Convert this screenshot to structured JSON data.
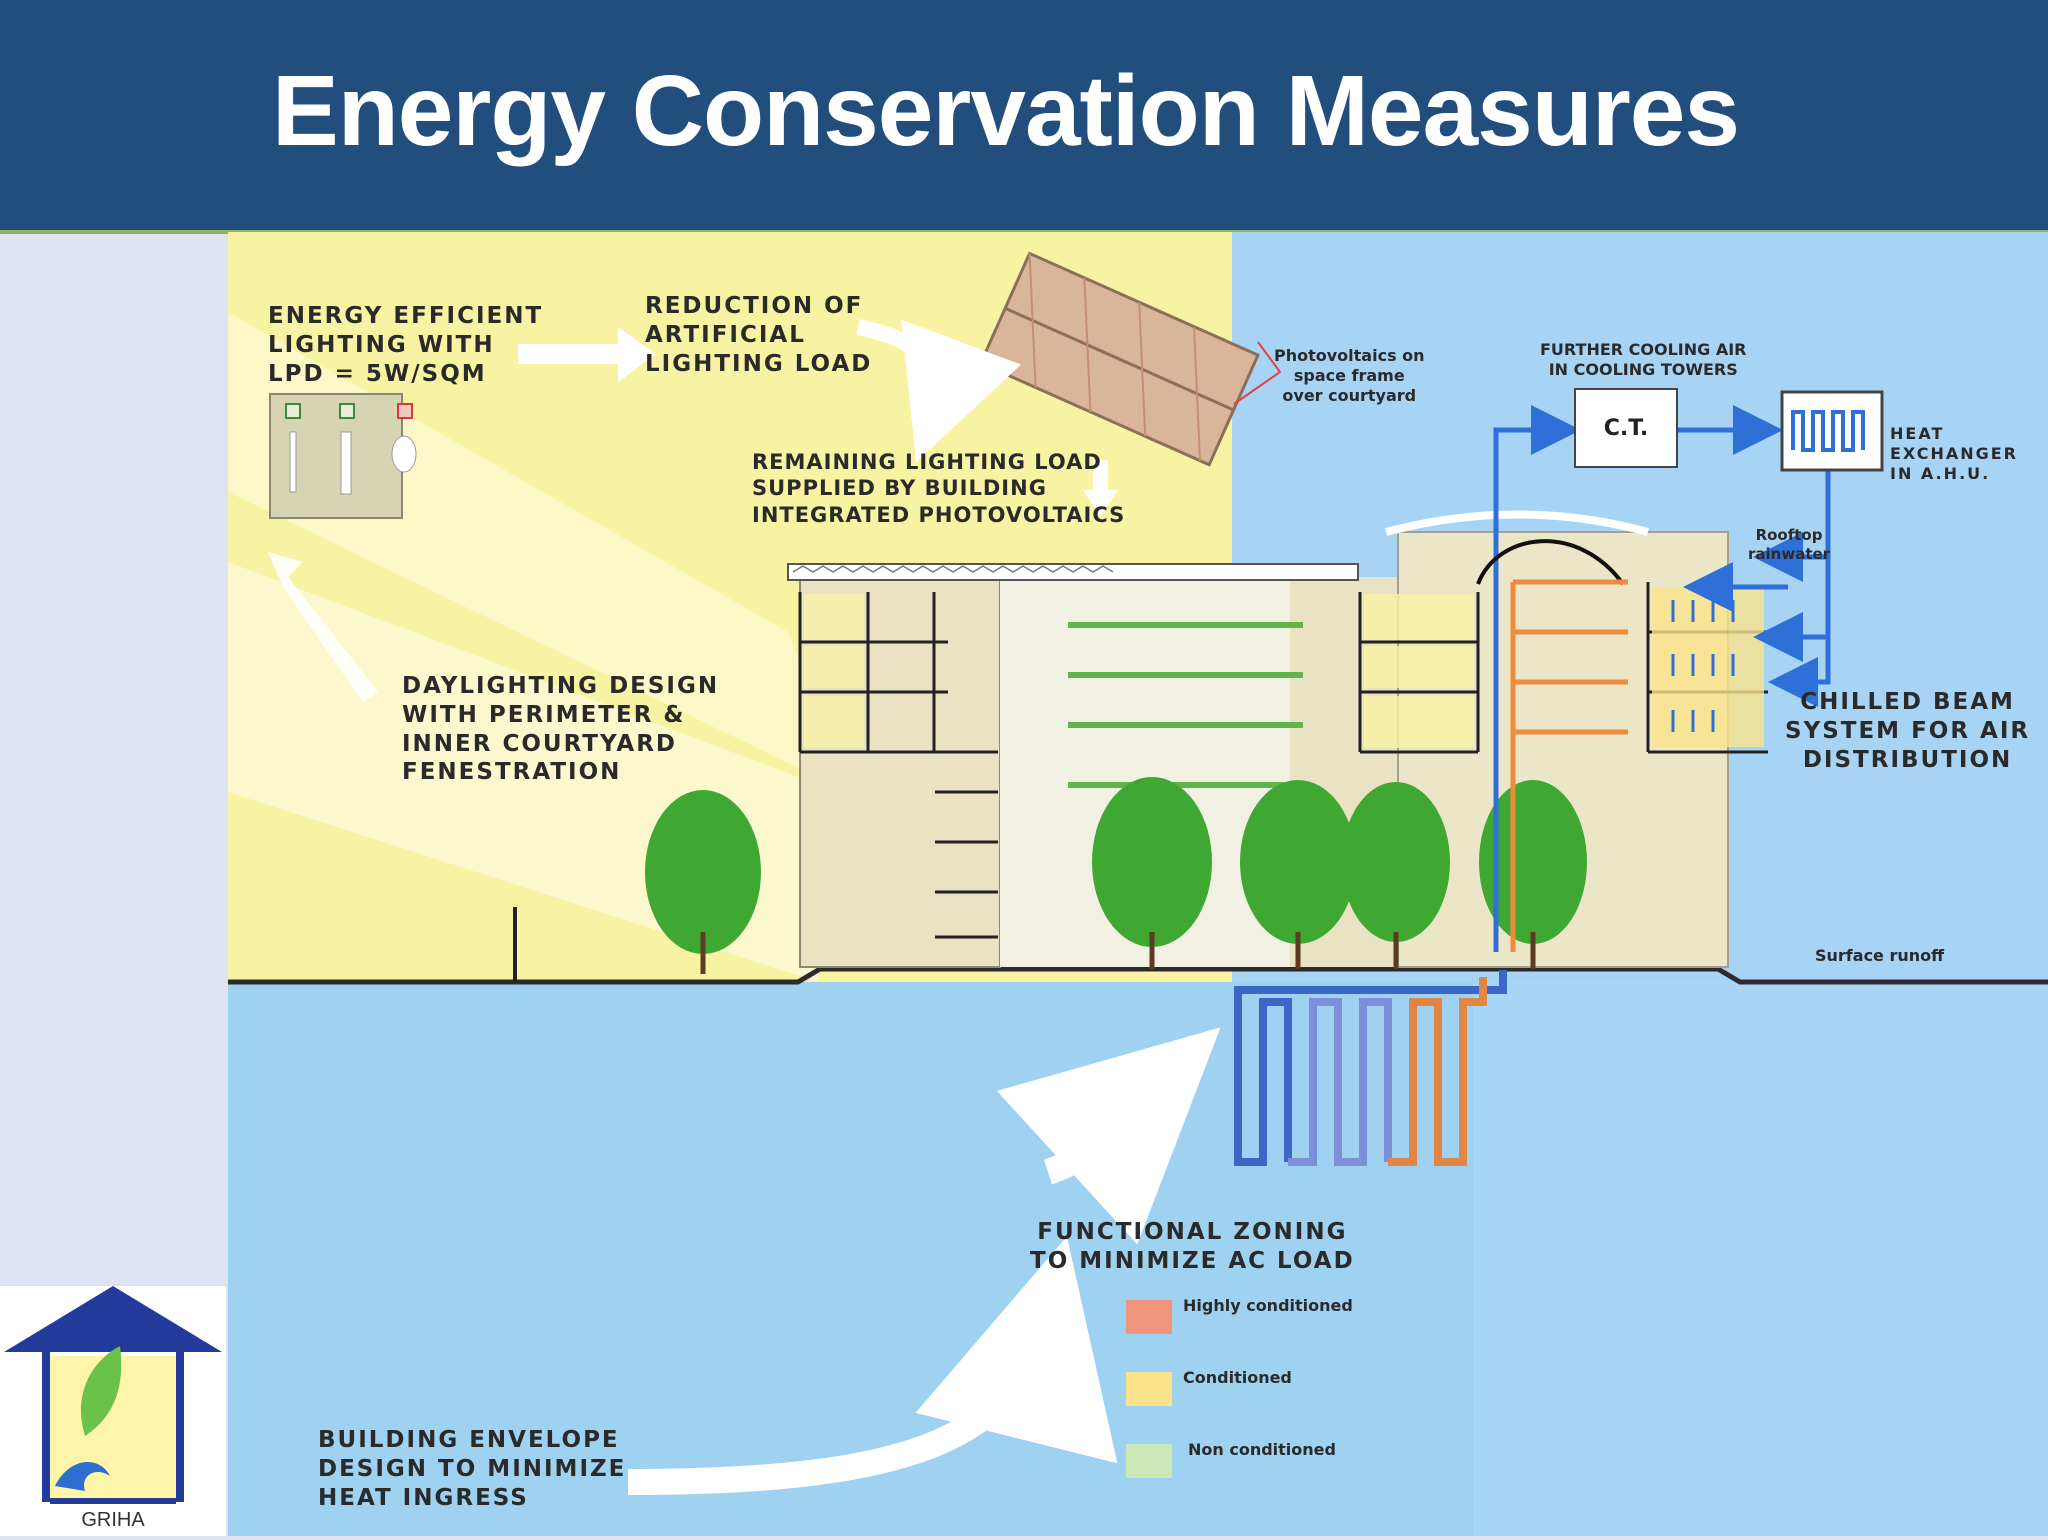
{
  "slide": {
    "title": "Energy Conservation Measures"
  },
  "diagram": {
    "labels": {
      "lighting": "ENERGY EFFICIENT\nLIGHTING WITH\nLPD = 5W/SQM",
      "reduction": "REDUCTION OF\nARTIFICIAL\nLIGHTING LOAD",
      "remaining": "REMAINING LIGHTING LOAD\nSUPPLIED BY BUILDING\nINTEGRATED PHOTOVOLTAICS",
      "photovoltaics": "Photovoltaics on\nspace frame\nover courtyard",
      "cooling": "FURTHER COOLING AIR\nIN COOLING TOWERS",
      "ct": "C.T.",
      "heat_exchanger": "HEAT\nEXCHANGER\nIN A.H.U.",
      "rooftop": "Rooftop\nrainwater",
      "chilled_beam": "CHILLED BEAM\nSYSTEM FOR AIR\nDISTRIBUTION",
      "daylighting": "DAYLIGHTING DESIGN\nWITH PERIMETER &\nINNER COURTYARD\nFENESTRATION",
      "surface_runoff": "Surface runoff",
      "zoning": "FUNCTIONAL ZONING\nTO MINIMIZE AC LOAD",
      "envelope": "BUILDING ENVELOPE\nDESIGN TO MINIMIZE\nHEAT INGRESS"
    },
    "legend": [
      {
        "label": "Highly conditioned",
        "color": "#f0957d"
      },
      {
        "label": "Conditioned",
        "color": "#fbe38a"
      },
      {
        "label": "Non conditioned",
        "color": "#cde8b8"
      }
    ]
  },
  "logo": {
    "text": "GRIHA"
  },
  "colors": {
    "header": "#224e7d",
    "sky_yellow": "#f8f3a2",
    "sky_blue": "#a7d3f4",
    "ground_blue": "#9fd1f1",
    "tree_green": "#3fa833",
    "pipe_blue": "#2f6fd8",
    "pipe_orange": "#f08a3c"
  }
}
